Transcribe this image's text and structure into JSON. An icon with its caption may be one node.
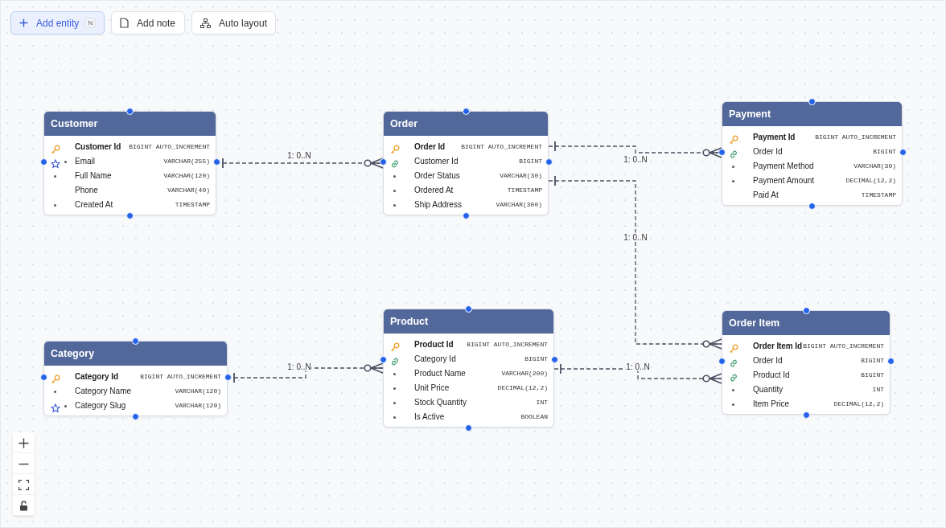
{
  "diagram": {
    "nodes": [
      {
        "text": [
          "Customer",
          "Customer Id",
          "BIGINT AUTO_INCREMENT",
          "Email",
          "VARCHAR(255)",
          "Full Name",
          "VARCHAR(120)",
          "Phone",
          "VARCHAR(40)",
          "Created At",
          "TIMESTAMP"
        ]
      },
      {
        "text": [
          "Order",
          "Order Id",
          "BIGINT AUTO_INCREMENT",
          "Customer Id",
          "BIGINT",
          "Order Status",
          "VARCHAR(30)",
          "Ordered At",
          "TIMESTAMP",
          "Ship Address",
          "VARCHAR(300)"
        ]
      },
      {
        "text": [
          "Payment",
          "Payment Id",
          "BIGINT AUTO_INCREMENT",
          "Order Id",
          "BIGINT",
          "Payment Method",
          "VARCHAR(30)",
          "Payment Amount",
          "DECIMAL(12,2)",
          "Paid At",
          "TIMESTAMP"
        ]
      },
      {
        "text": [
          "Category",
          "Category Id",
          "BIGINT AUTO_INCREMENT",
          "Category Name",
          "VARCHAR(120)",
          "Category Slug",
          "VARCHAR(120)"
        ]
      },
      {
        "text": [
          "Product",
          "Product Id",
          "BIGINT AUTO_INCREMENT",
          "Category Id",
          "BIGINT",
          "Product Name",
          "VARCHAR(200)",
          "Unit Price",
          "DECIMAL(12,2)",
          "Stock Quantity",
          "INT",
          "Is Active",
          "BOOLEAN"
        ]
      },
      {
        "text": [
          "Order Item",
          "Order Item Id",
          "BIGINT AUTO_INCREMENT",
          "Order Id",
          "BIGINT",
          "Product Id",
          "BIGINT",
          "Quantity",
          "INT",
          "Item Price",
          "DECIMAL(12,2)"
        ]
      }
    ],
    "edges": [
      {
        "from": 0,
        "to": 1,
        "arrow": "other",
        "label": "1: 0..N",
        "style": "dashed"
      },
      {
        "from": 1,
        "to": 2,
        "arrow": "other",
        "label": "1: 0..N",
        "style": "dashed"
      },
      {
        "from": 1,
        "to": 5,
        "arrow": "other",
        "label": "1: 0..N",
        "style": "dashed"
      },
      {
        "from": 3,
        "to": 4,
        "arrow": "other",
        "label": "1: 0..N",
        "style": "dashed"
      },
      {
        "from": 4,
        "to": 5,
        "arrow": "other",
        "label": "1: 0..N",
        "style": "dashed"
      }
    ],
    "labels": [
      "Add entity",
      "N",
      "Add note",
      "Auto layout"
    ]
  }
}
